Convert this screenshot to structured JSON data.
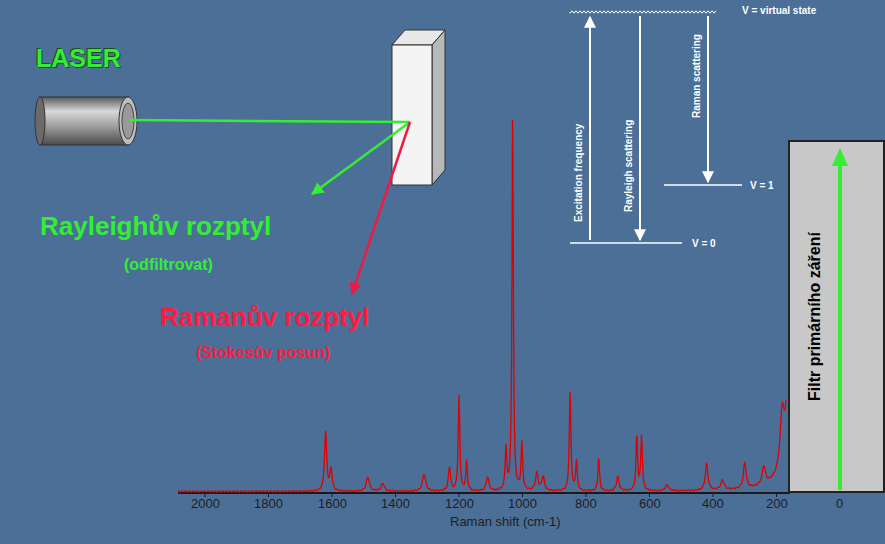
{
  "diagram": {
    "nodes": [
      {
        "text": [
          "LASER"
        ]
      },
      {
        "text": [
          "Filtr primárního záření"
        ]
      }
    ],
    "labels": [
      "Rayleighův rozptyl",
      "(odfiltrovat)",
      "Ramanův rozptyl",
      "(Stokesův posun)",
      "V = virtual state",
      "Excitation frequency",
      "Rayleigh scattering",
      "Raman scattering",
      "V = 1",
      "V = 0",
      "2000",
      "1800",
      "1600",
      "1400",
      "1200",
      "1000",
      "800",
      "600",
      "400",
      "200",
      "0",
      "Raman shift (cm-1)"
    ]
  }
}
